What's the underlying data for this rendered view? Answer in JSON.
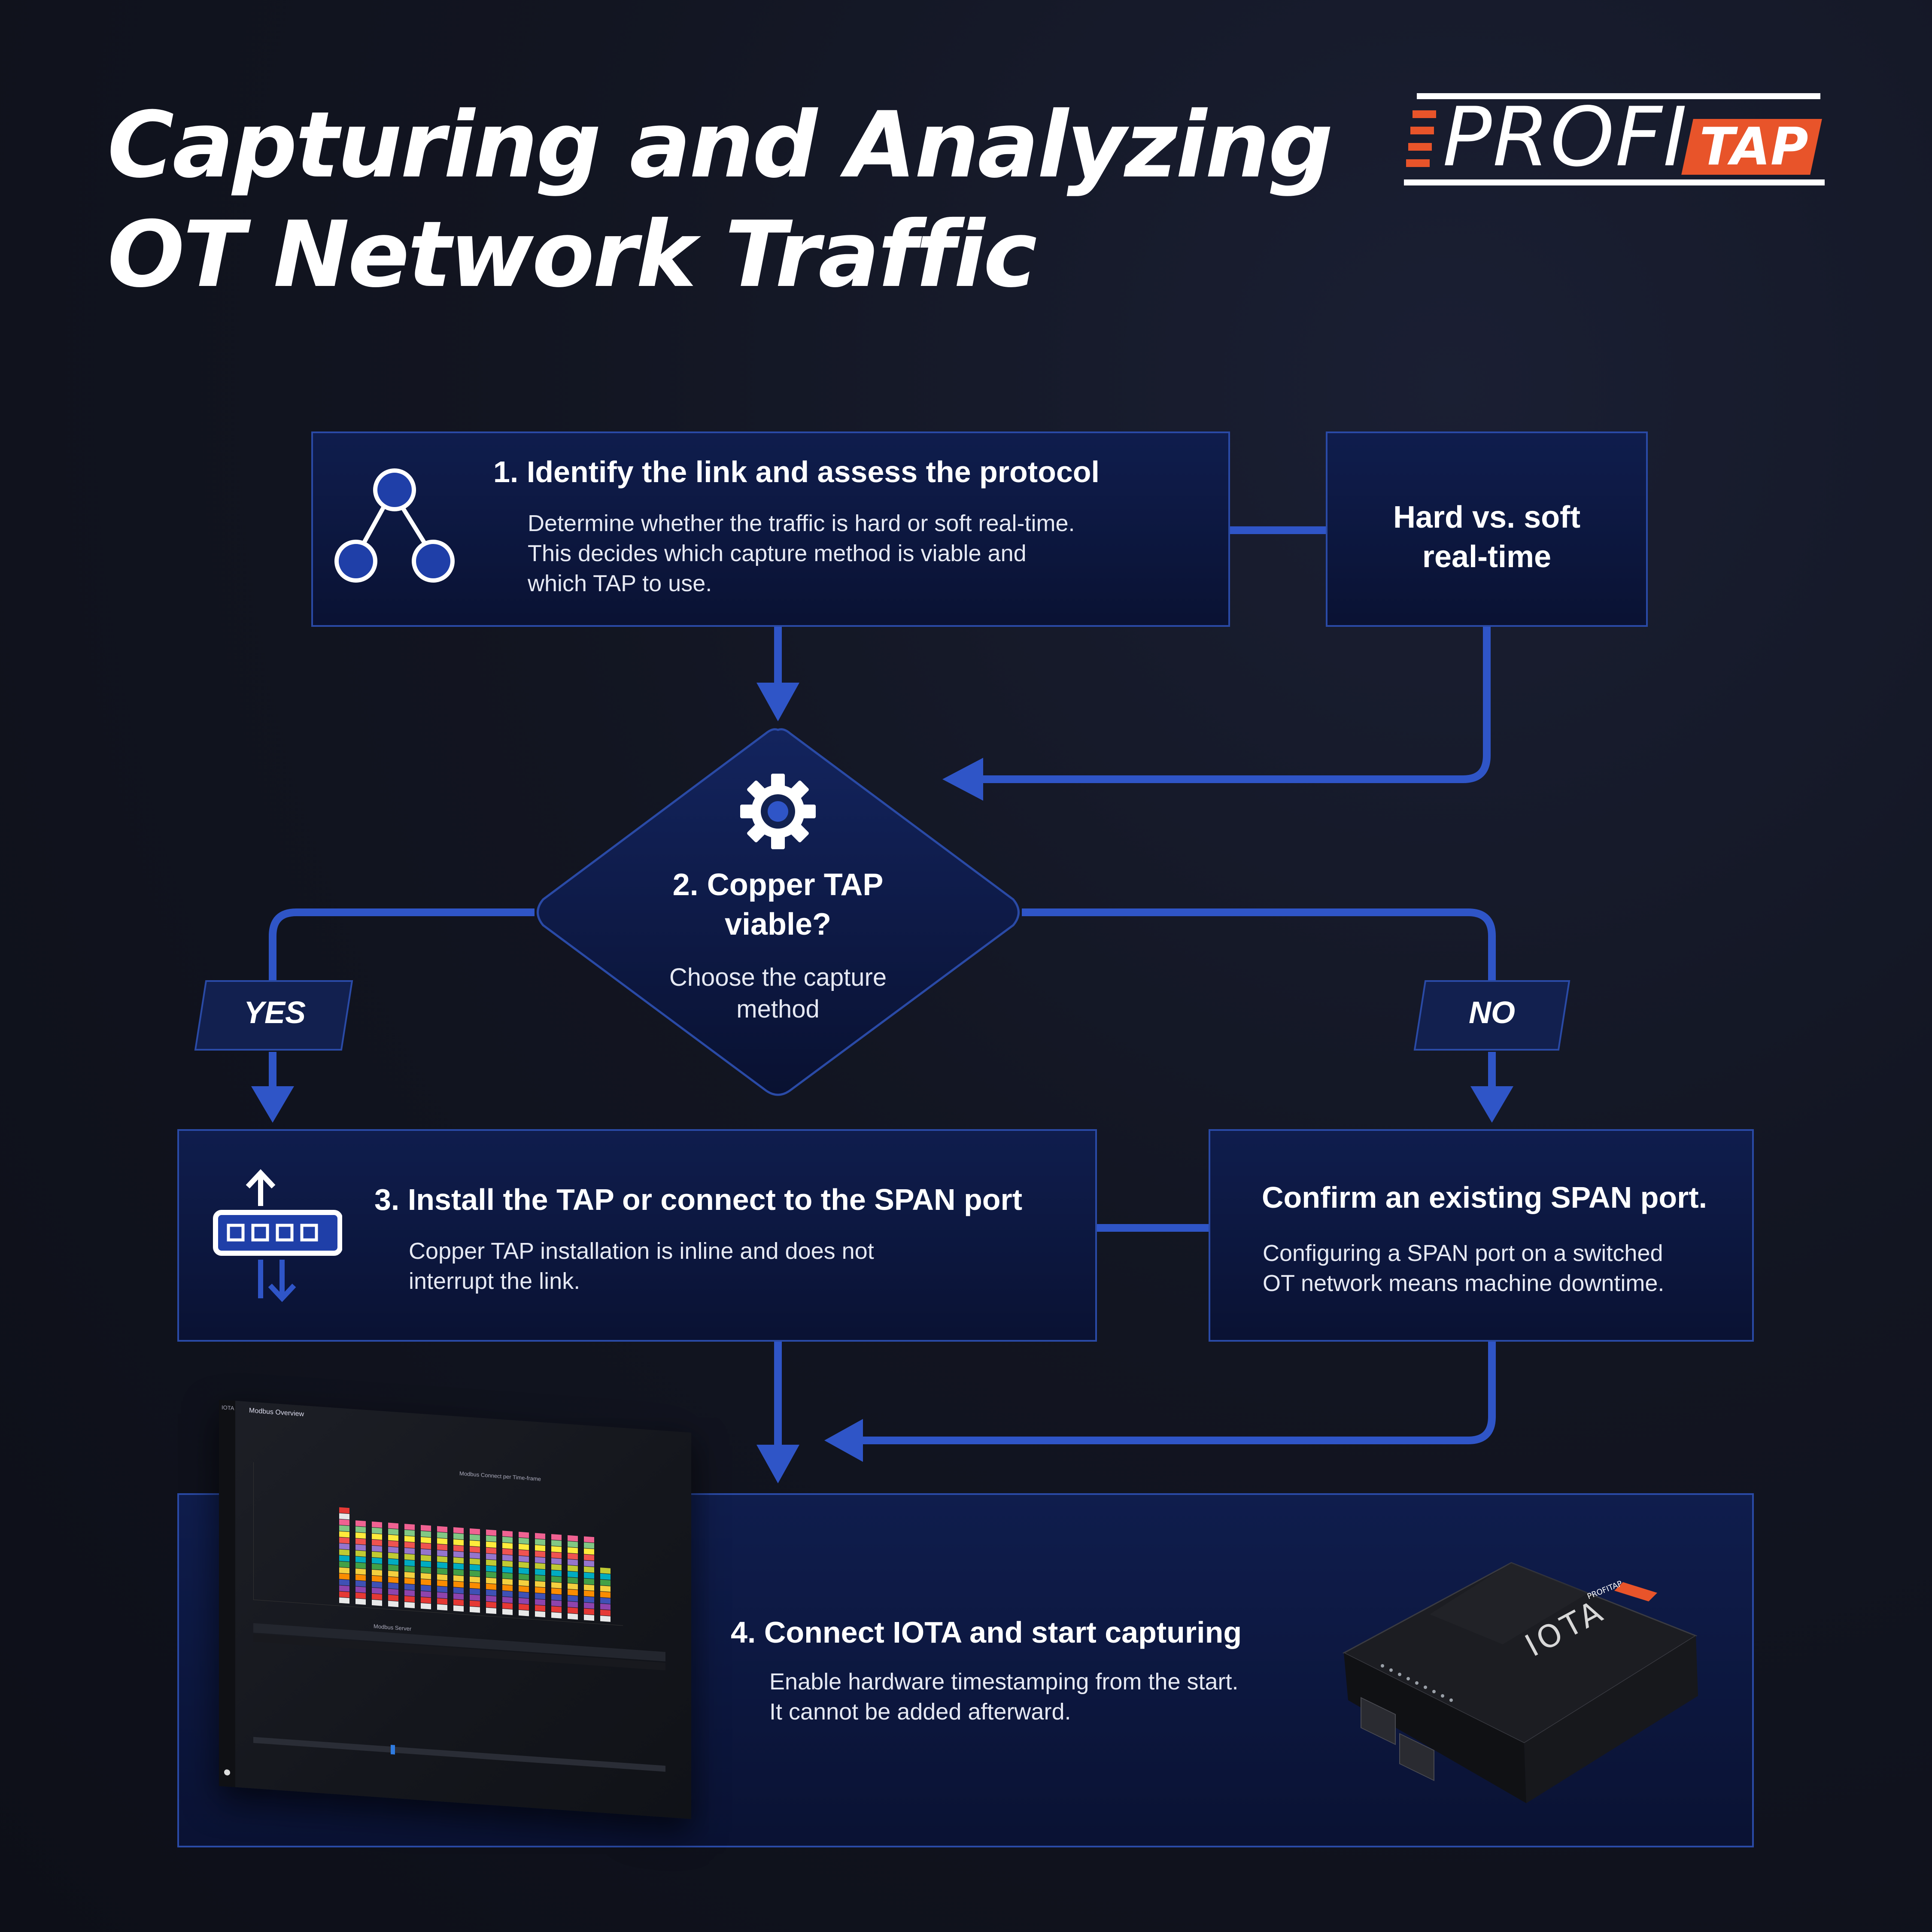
{
  "title": {
    "line1": "Capturing and Analyzing",
    "line2": "OT Network Traffic"
  },
  "logo": {
    "word1": "PROFI",
    "word2": "TAP",
    "accent_color": "#e8542a"
  },
  "colors": {
    "accent": "#2f55c7",
    "box_border": "#2a4aa6",
    "box_bg": "#0c1640",
    "node_fill": "#1f3fa8"
  },
  "steps": {
    "step1": {
      "title": "1. Identify the link and assess the protocol",
      "text": [
        "Determine whether the traffic is hard or soft real-time.",
        "This decides which capture method is viable and",
        "which TAP to use."
      ],
      "icon": "network-nodes-icon"
    },
    "side": {
      "line1": "Hard vs. soft",
      "line2": "real-time"
    },
    "step2": {
      "title_line1": "2. Copper TAP",
      "title_line2": "viable?",
      "text_line1": "Choose the capture",
      "text_line2": "method",
      "icon": "gear-icon"
    },
    "yes_label": "YES",
    "no_label": "NO",
    "step3": {
      "title": "3. Install the TAP or connect to the SPAN port",
      "text": [
        "Copper TAP installation is inline and does not",
        "interrupt the link."
      ],
      "icon": "tap-ports-icon"
    },
    "span": {
      "title": "Confirm an existing SPAN port.",
      "text": [
        "Configuring a SPAN port on a switched",
        "OT network means machine downtime."
      ]
    },
    "step4": {
      "title": "4. Connect IOTA and start capturing",
      "text": [
        "Enable hardware timestamping from the start.",
        "It cannot be added afterward."
      ]
    }
  },
  "dashboard": {
    "app_label": "IOTA",
    "window_title": "Modbus Overview",
    "chart_title": "Modbus Connect per Time-frame",
    "table_title": "Modbus Server",
    "series_colors": [
      "#e8e8e8",
      "#e53935",
      "#8e44ad",
      "#3f51b5",
      "#fb8c00",
      "#f4d03f",
      "#43a047",
      "#00acc1",
      "#c0ca33",
      "#9575cd",
      "#ef5350",
      "#ffeb3b",
      "#81c784",
      "#f06292"
    ]
  },
  "device": {
    "label": "IOTA",
    "brand": "PROFITAP"
  }
}
